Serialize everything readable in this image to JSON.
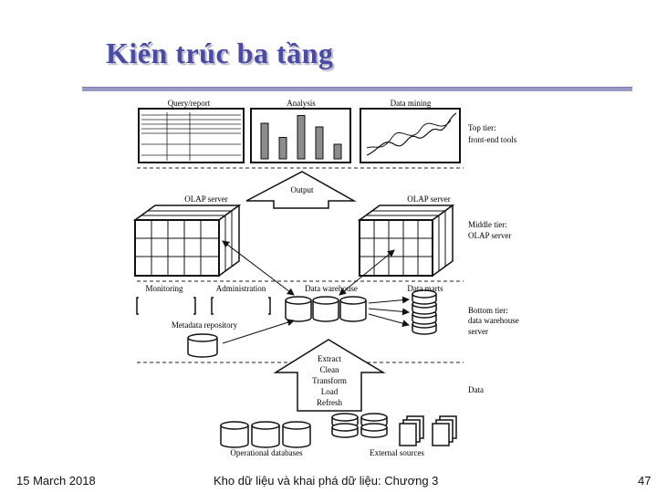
{
  "slide": {
    "title": "Kiến trúc ba tầng",
    "footer_date": "15 March 2018",
    "footer_center": "Kho dữ liệu và khai phá dữ liệu: Chương 3",
    "page_number": "47"
  },
  "diagram": {
    "panels": {
      "query_report": "Query/report",
      "analysis": "Analysis",
      "data_mining": "Data mining"
    },
    "analysis_bars": [
      0.78,
      0.47,
      0.95,
      0.7,
      0.32
    ],
    "output_label": "Output",
    "olap_left": "OLAP server",
    "olap_right": "OLAP server",
    "bottom_labels": {
      "monitoring": "Monitoring",
      "administration": "Administration",
      "data_warehouse": "Data warehouse",
      "data_marts": "Data marts",
      "metadata_repository": "Metadata repository"
    },
    "etl_steps": [
      "Extract",
      "Clean",
      "Transform",
      "Load",
      "Refresh"
    ],
    "source_labels": {
      "operational_databases": "Operational databases",
      "external_sources": "External sources"
    },
    "tiers": {
      "top_line1": "Top tier:",
      "top_line2": "front-end tools",
      "middle_line1": "Middle tier:",
      "middle_line2": "OLAP server",
      "bottom_line1": "Bottom tier:",
      "bottom_line2": "data warehouse",
      "bottom_line3": "server",
      "data": "Data"
    }
  }
}
